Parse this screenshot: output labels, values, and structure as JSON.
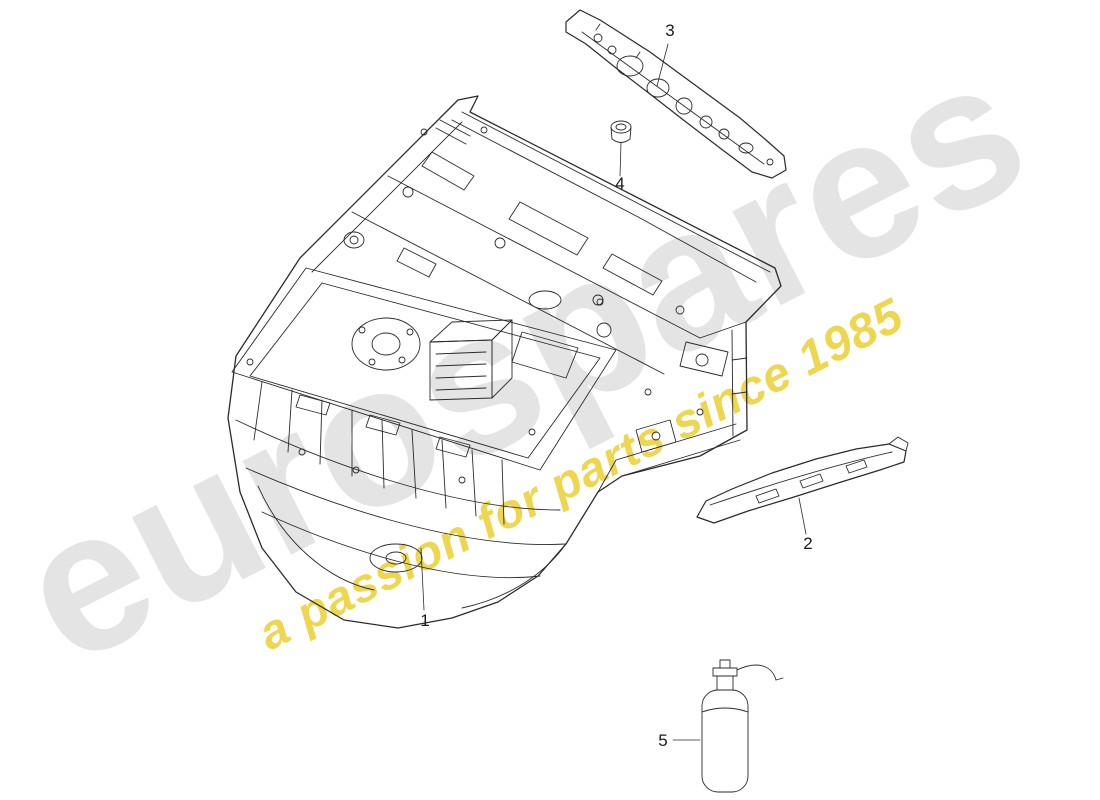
{
  "diagram": {
    "background_color": "#ffffff",
    "line_color": "#2b2b2b"
  },
  "watermark": {
    "brand": "eurospares",
    "tagline": "a passion for parts since 1985",
    "brand_color": "#e4e4e4",
    "tagline_color": "#eed23c"
  },
  "callouts": [
    {
      "label": "1"
    },
    {
      "label": "2"
    },
    {
      "label": "3"
    },
    {
      "label": "4"
    },
    {
      "label": "5"
    }
  ]
}
